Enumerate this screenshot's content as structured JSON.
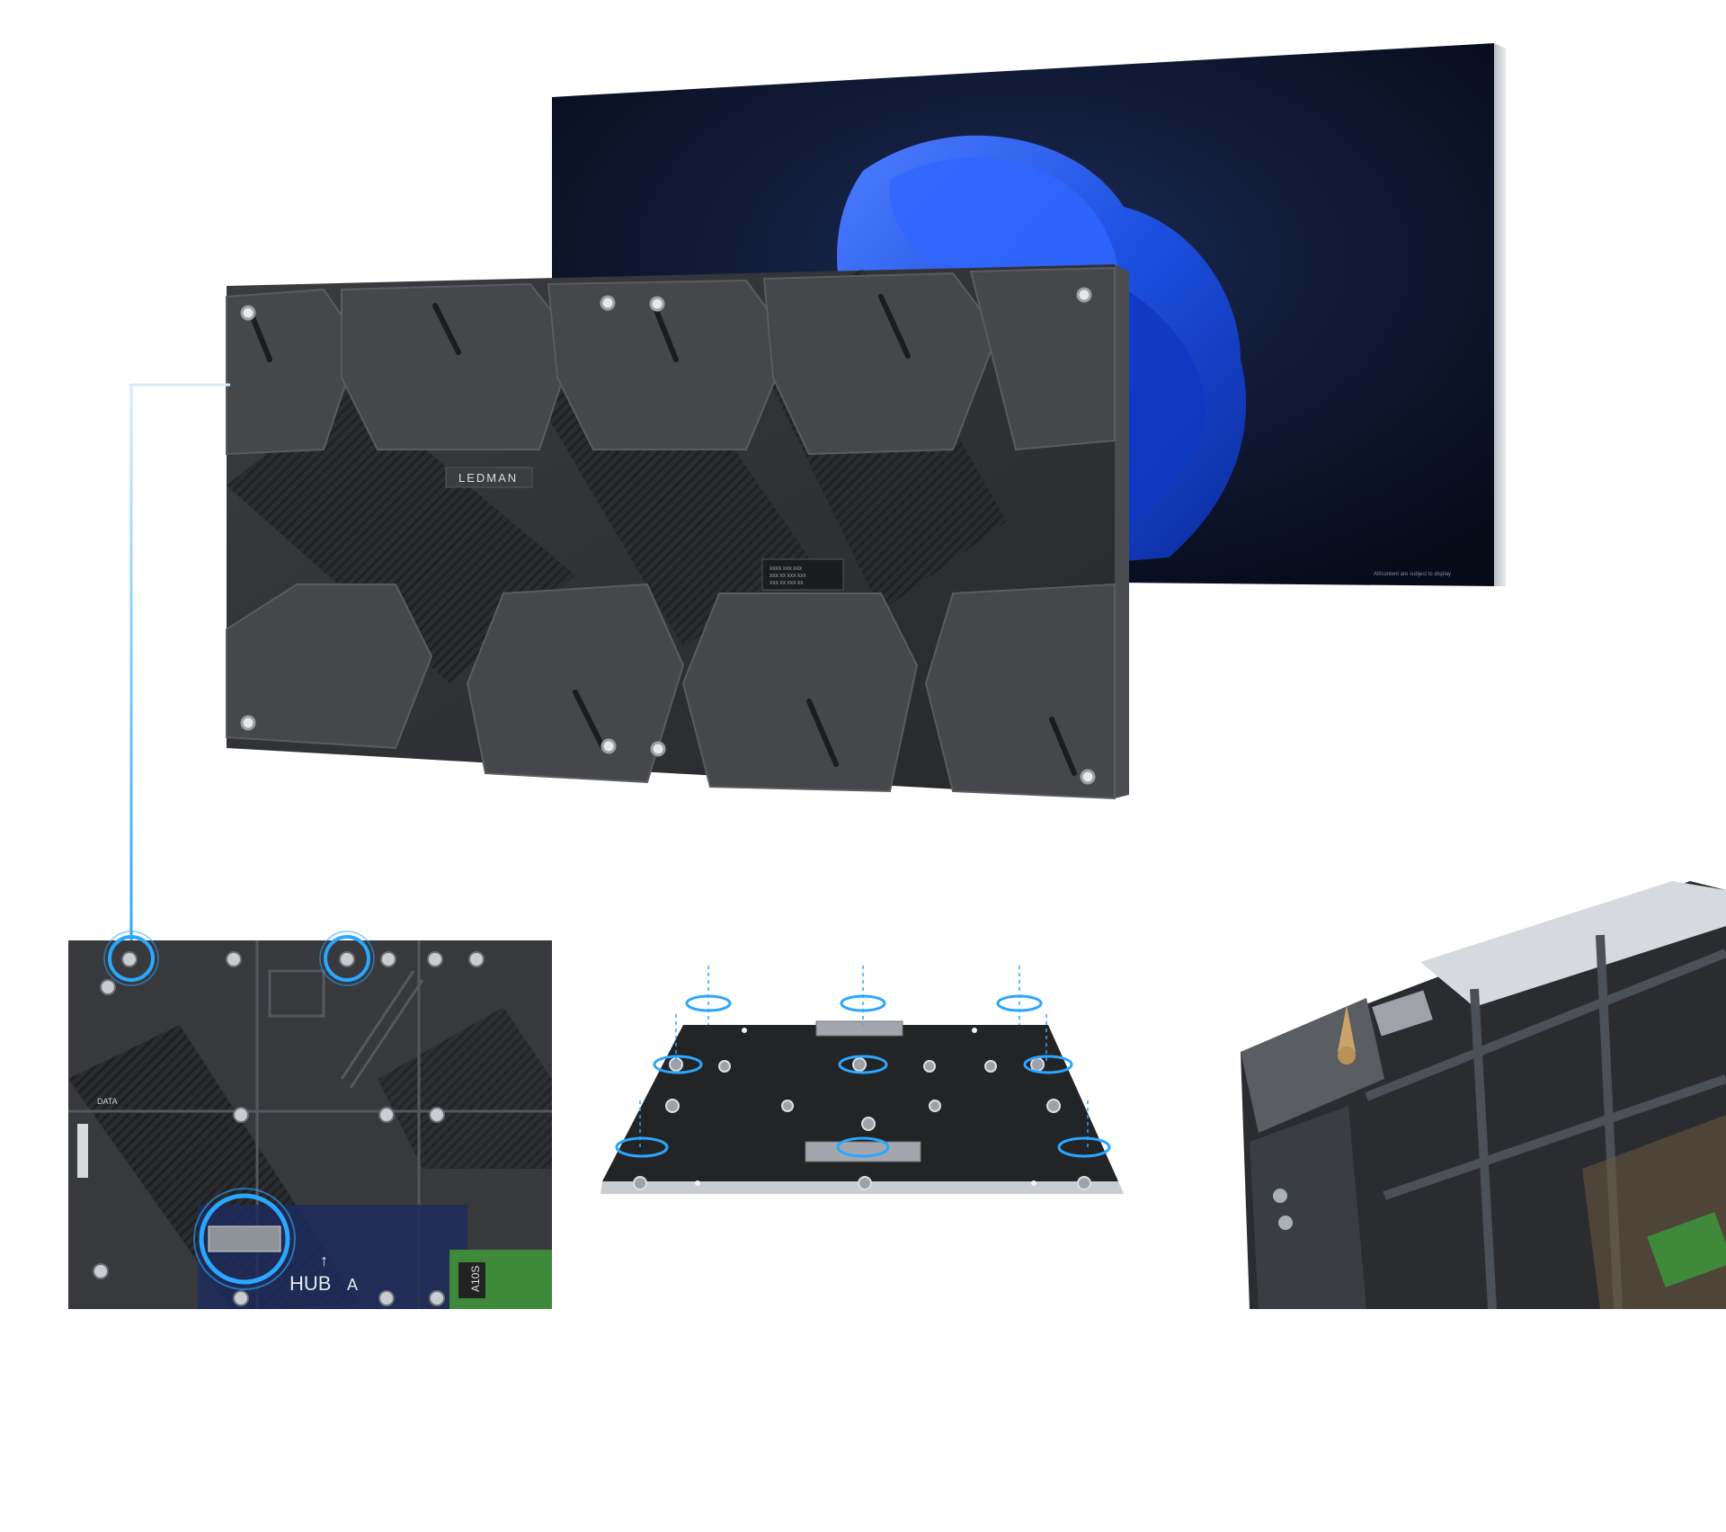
{
  "brand": {
    "logo_text": "LEDMAN"
  },
  "front_screen": {
    "caption": "All/content are subject to display"
  },
  "rear_panel": {
    "label_plate_lines": [
      "XXXX XXX XXX",
      "XXX XX XXX XXX",
      "XXX XX XXX XX"
    ]
  },
  "detail_back": {
    "data_label": "DATA",
    "hub_label": "HUB",
    "hub_suffix": "A",
    "chip_label": "A10S"
  },
  "colors": {
    "screen_bg": "#0b1022",
    "flower_blue": "#1e5bff",
    "panel_dark": "#2d2f33",
    "highlight": "#2aa7ff",
    "pcb_green": "#3f8a3a"
  },
  "icons": [
    "highlight-ring-icon",
    "arrow-up-icon",
    "connector-icon"
  ]
}
